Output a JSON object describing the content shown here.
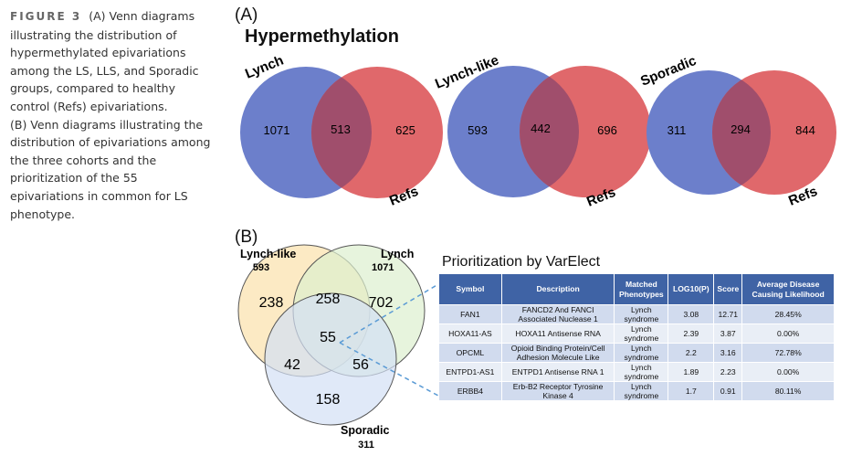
{
  "caption": {
    "figure_label": "FIGURE 3",
    "text_a": "(A) Venn diagrams illustrating the distribution of hypermethylated epivariations among the LS, LLS, and Sporadic groups, compared to healthy control (Refs) epivariations.",
    "text_b": "(B) Venn diagrams illustrating the distribution of epivariations among the three cohorts and the prioritization of the 55 epivariations in common for LS phenotype."
  },
  "panel_a": {
    "label": "(A)",
    "heading": "Hypermethylation",
    "diagrams": [
      {
        "left_name": "Lynch",
        "right_name": "Refs",
        "left_only": "1071",
        "overlap": "513",
        "right_only": "625"
      },
      {
        "left_name": "Lynch-like",
        "right_name": "Refs",
        "left_only": "593",
        "overlap": "442",
        "right_only": "696"
      },
      {
        "left_name": "Sporadic",
        "right_name": "Refs",
        "left_only": "311",
        "overlap": "294",
        "right_only": "844"
      }
    ]
  },
  "panel_b": {
    "label": "(B)",
    "sets": {
      "lynch_like": {
        "name": "Lynch-like",
        "total": "593"
      },
      "lynch": {
        "name": "Lynch",
        "total": "1071"
      },
      "sporadic": {
        "name": "Sporadic",
        "total": "311"
      }
    },
    "regions": {
      "lynch_like_only": "238",
      "lynch_like_lynch": "258",
      "lynch_only": "702",
      "all_three": "55",
      "lynch_like_sporadic": "42",
      "lynch_sporadic": "56",
      "sporadic_only": "158"
    },
    "table_title": "Prioritization by VarElect",
    "table": {
      "headers": [
        "Symbol",
        "Description",
        "Matched Phenotypes",
        "LOG10(P)",
        "Score",
        "Average Disease Causing Likelihood"
      ],
      "rows": [
        [
          "FAN1",
          "FANCD2 And FANCI Associated Nuclease 1",
          "Lynch syndrome",
          "3.08",
          "12.71",
          "28.45%"
        ],
        [
          "HOXA11-AS",
          "HOXA11 Antisense RNA",
          "Lynch syndrome",
          "2.39",
          "3.87",
          "0.00%"
        ],
        [
          "OPCML",
          "Opioid Binding Protein/Cell Adhesion Molecule Like",
          "Lynch syndrome",
          "2.2",
          "3.16",
          "72.78%"
        ],
        [
          "ENTPD1-AS1",
          "ENTPD1 Antisense RNA 1",
          "Lynch syndrome",
          "1.89",
          "2.23",
          "0.00%"
        ],
        [
          "ERBB4",
          "Erb-B2 Receptor Tyrosine Kinase 4",
          "Lynch syndrome",
          "1.7",
          "0.91",
          "80.11%"
        ]
      ]
    }
  },
  "colors": {
    "blue": "#6c7fcb",
    "red": "#e0686b",
    "overlap": "#a04e6c",
    "venn_b_yellow": "#fbe3b0",
    "venn_b_green": "#ddf0cf",
    "venn_b_blue": "#d3e0f5",
    "table_header": "#3f63a5",
    "dash": "#5b9bd5"
  }
}
